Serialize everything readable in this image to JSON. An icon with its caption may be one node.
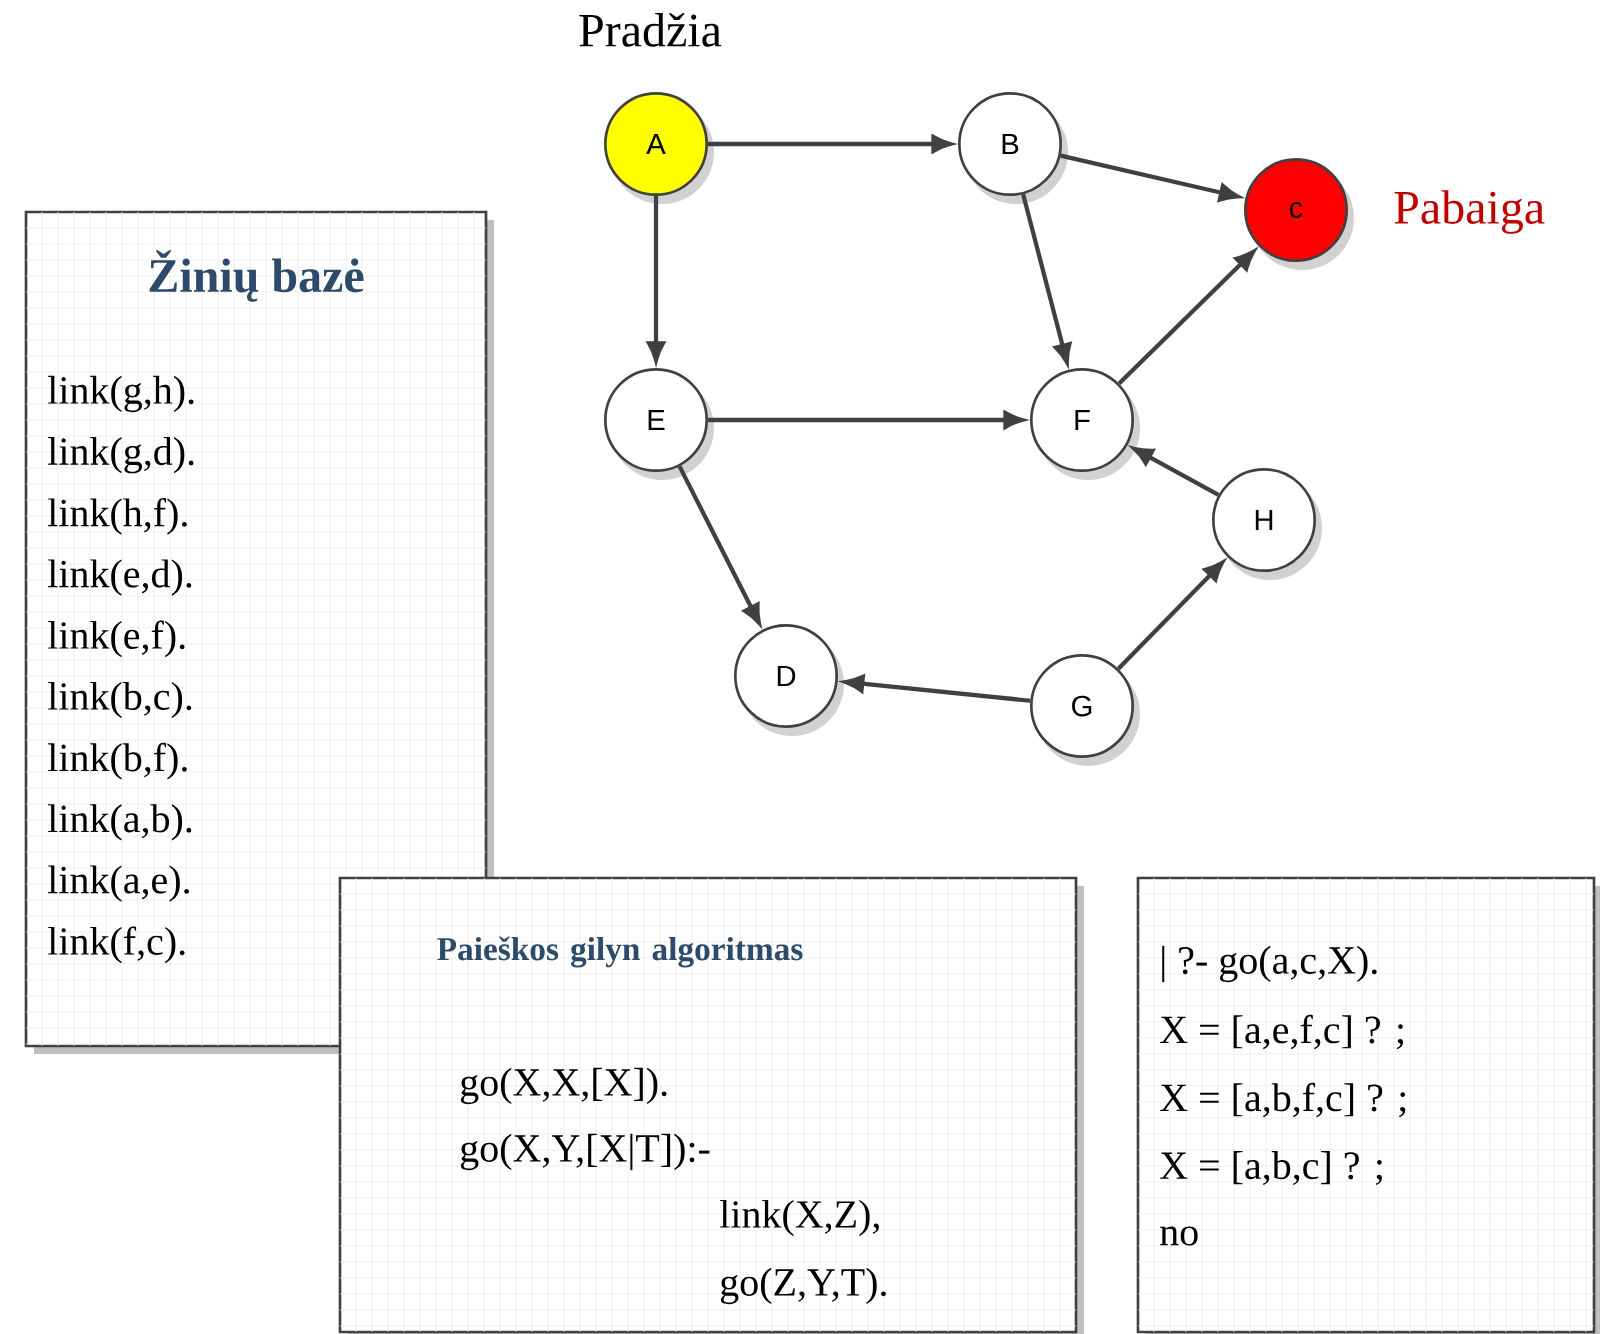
{
  "diagram": {
    "nodes": [
      {
        "text": [
          "A"
        ],
        "beside": [
          "Pradžia"
        ]
      },
      {
        "text": [
          "B"
        ]
      },
      {
        "text": [
          "c"
        ],
        "beside": [
          "Pabaiga"
        ]
      },
      {
        "text": [
          "E"
        ]
      },
      {
        "text": [
          "F"
        ]
      },
      {
        "text": [
          "H"
        ]
      },
      {
        "text": [
          "D"
        ]
      },
      {
        "text": [
          "G"
        ]
      },
      {
        "text": [
          "Žinių bazė",
          "link(g,h).",
          "link(g,d).",
          "link(h,f).",
          "link(e,d).",
          "link(e,f).",
          "link(b,c).",
          "link(b,f).",
          "link(a,b).",
          "link(a,e).",
          "link(f,c)."
        ]
      },
      {
        "text": [
          "Paieškos gilyn algoritmas",
          "go(X,X,[X]).",
          "go(X,Y,[X|T]):-",
          "link(X,Z),",
          "go(Z,Y,T)."
        ]
      },
      {
        "text": [
          "| ?- go(a,c,X).",
          "X = [a,e,f,c] ? ;",
          "X = [a,b,f,c] ? ;",
          "X = [a,b,c] ? ;",
          "no"
        ]
      }
    ],
    "edges": [
      {
        "from": 0,
        "to": 1,
        "arrow": "to"
      },
      {
        "from": 0,
        "to": 3,
        "arrow": "to"
      },
      {
        "from": 1,
        "to": 2,
        "arrow": "to"
      },
      {
        "from": 1,
        "to": 4,
        "arrow": "to"
      },
      {
        "from": 3,
        "to": 4,
        "arrow": "to"
      },
      {
        "from": 3,
        "to": 6,
        "arrow": "to"
      },
      {
        "from": 4,
        "to": 2,
        "arrow": "to"
      },
      {
        "from": 5,
        "to": 4,
        "arrow": "to"
      },
      {
        "from": 7,
        "to": 6,
        "arrow": "to"
      },
      {
        "from": 7,
        "to": 5,
        "arrow": "to"
      }
    ]
  }
}
